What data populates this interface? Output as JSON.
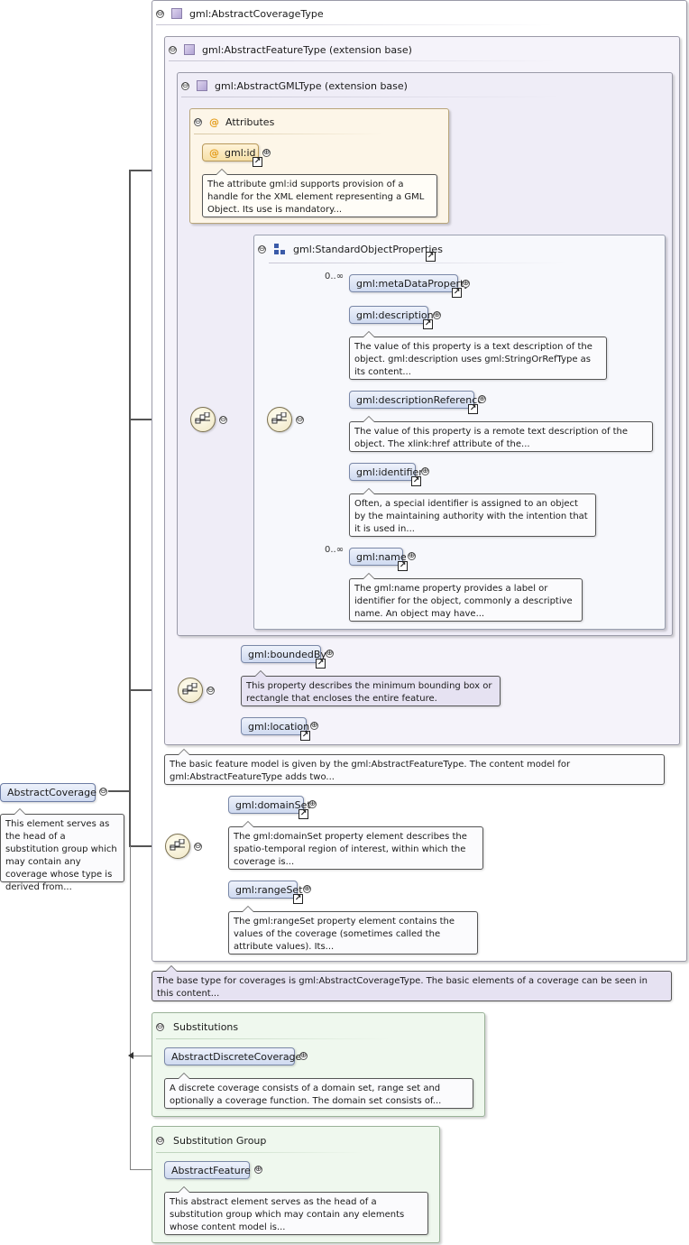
{
  "root": {
    "name": "AbstractCoverage",
    "note": "This element serves as the head of a substitution group which may contain any coverage whose type is derived from..."
  },
  "abstract_coverage_type": {
    "title": "gml:AbstractCoverageType",
    "note": "The base type for coverages is gml:AbstractCoverageType. The basic elements of a coverage can be seen in this content..."
  },
  "abstract_feature_type": {
    "title": "gml:AbstractFeatureType (extension base)",
    "note": "The basic feature model is given by the gml:AbstractFeatureType. The content model for gml:AbstractFeatureType adds two..."
  },
  "abstract_gml_type": {
    "title": "gml:AbstractGMLType (extension base)"
  },
  "attributes": {
    "title": "Attributes",
    "icon": "at-sign-icon",
    "items": [
      {
        "name": "gml:id",
        "note": "The attribute gml:id supports provision of a handle for the XML element representing a GML Object. Its use is mandatory..."
      }
    ]
  },
  "standard_object_properties": {
    "title": "gml:StandardObjectProperties",
    "icon": "group-icon",
    "items": [
      {
        "name": "gml:metaDataProperty",
        "occurs": "0..∞",
        "note": ""
      },
      {
        "name": "gml:description",
        "occurs": "",
        "note": "The value of this property is a text description of the object. gml:description uses gml:StringOrRefType as its content..."
      },
      {
        "name": "gml:descriptionReference",
        "occurs": "",
        "note": "The value of this property is a remote text description of the object. The xlink:href attribute of the..."
      },
      {
        "name": "gml:identifier",
        "occurs": "",
        "note": "Often, a special identifier is assigned to an object by the maintaining authority with the intention that it is used in..."
      },
      {
        "name": "gml:name",
        "occurs": "0..∞",
        "note": "The gml:name property provides a label or identifier for the object, commonly a descriptive name. An object may have..."
      }
    ]
  },
  "feature_elements": [
    {
      "name": "gml:boundedBy",
      "note": "This property describes the minimum bounding box or rectangle that encloses the entire feature."
    },
    {
      "name": "gml:location",
      "note": ""
    }
  ],
  "coverage_elements": [
    {
      "name": "gml:domainSet",
      "note": "The gml:domainSet property element describes the spatio-temporal region of interest, within which the coverage is..."
    },
    {
      "name": "gml:rangeSet",
      "note": "The gml:rangeSet property element contains the values of the coverage (sometimes called the attribute values). Its..."
    }
  ],
  "substitutions": {
    "title": "Substitutions",
    "items": [
      {
        "name": "AbstractDiscreteCoverage",
        "note": "A discrete coverage consists of a domain set, range set and optionally a coverage function. The domain set consists of..."
      }
    ]
  },
  "substitution_group": {
    "title": "Substitution Group",
    "items": [
      {
        "name": "AbstractFeature",
        "note": "This abstract element serves as the head of a substitution group which may contain any elements whose content model is..."
      }
    ]
  },
  "symbols": {
    "collapse": "⊖",
    "expand": "⊕",
    "ref_arrow": "↗",
    "at": "@"
  },
  "colors": {
    "element_fill": "#cfdaf0",
    "attribute_fill": "#f6dfa6",
    "type_group_fill": "#efedf7",
    "substitution_fill": "#eff8ee"
  }
}
